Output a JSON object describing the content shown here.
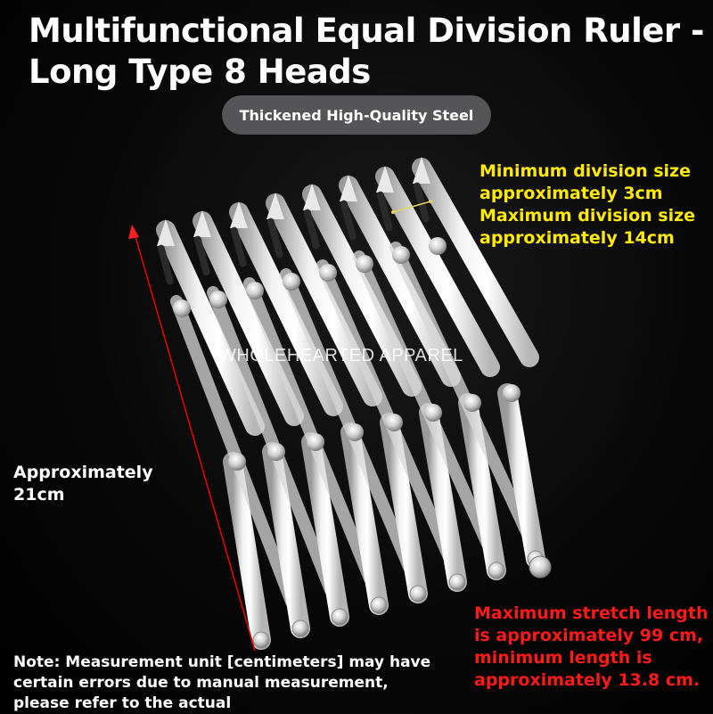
{
  "title": "Multifunctional Equal Division Ruler - Long Type 8 Heads",
  "badge": "Thickened High-Quality Steel",
  "division_note": "Minimum division size approximately 3cm Maximum division size approximately 14cm",
  "length_label": "Approximately 21cm",
  "watermark": "WHOLEHEARTED APPAREL",
  "stretch_note": "Maximum stretch length is approximately 99 cm, minimum length is approximately 13.8 cm.",
  "bottom_note": "Note: Measurement unit [centimeters] may have certain errors due to manual measurement, please refer to the actual",
  "colors": {
    "background": "#000000",
    "highlight_yellow": "#ffea00",
    "warning_red": "#ff1a1a",
    "badge_bg": "#555557",
    "steel": "#e6e6e6"
  },
  "product": {
    "heads": 8,
    "image": "steel-expanding-division-ruler"
  }
}
